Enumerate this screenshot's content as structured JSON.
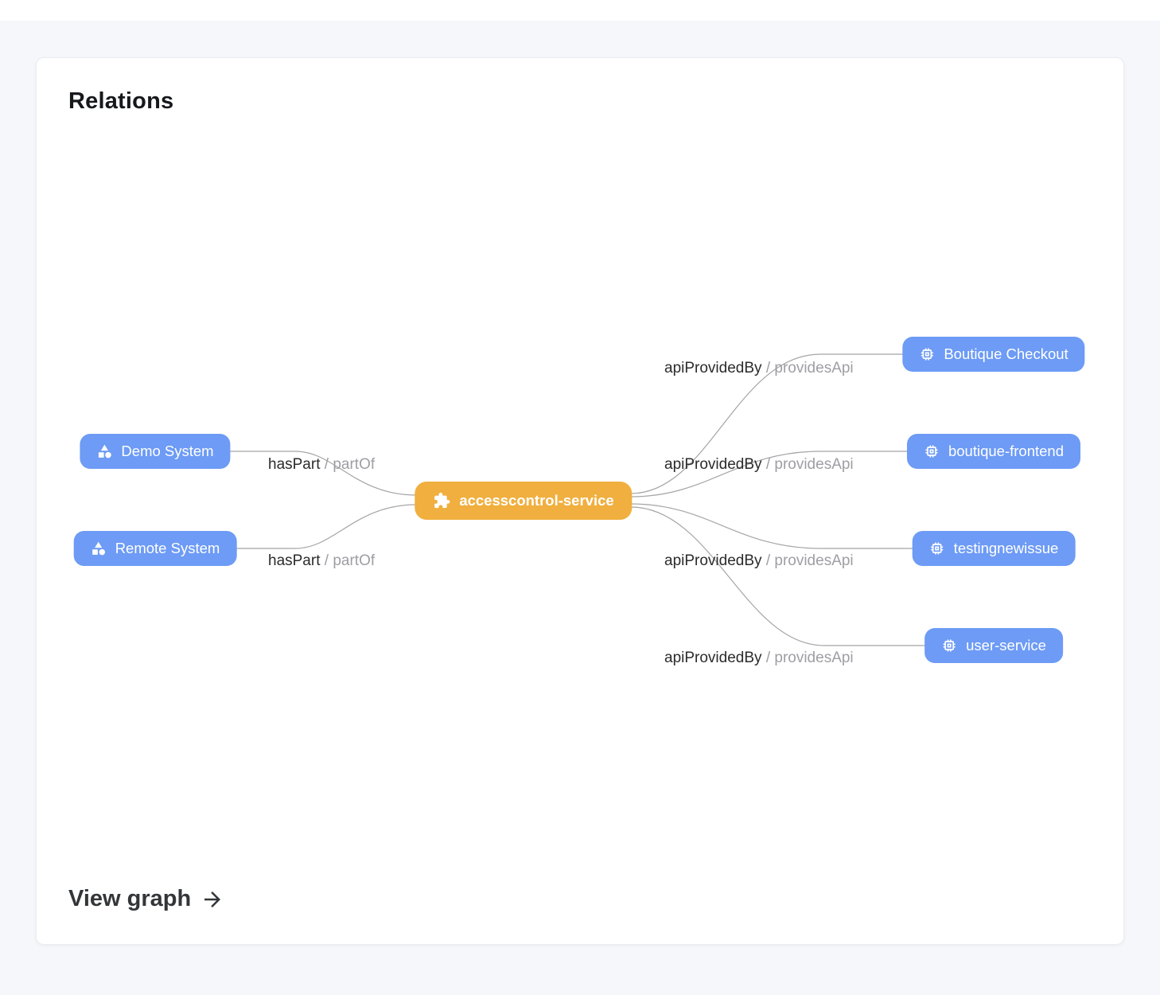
{
  "card": {
    "title": "Relations",
    "view_graph_label": "View graph"
  },
  "colors": {
    "node_blue": "#6D9BF5",
    "node_orange": "#F0AF3E",
    "edge": "#A5A5A5",
    "label_primary": "#2B2B2B",
    "label_secondary": "#9E9EA4"
  },
  "icons": {
    "center": "extension-icon",
    "system": "category-icon",
    "api": "memory-icon",
    "footer": "arrow-right-icon"
  },
  "graph": {
    "separator": "/",
    "center_node": {
      "label": "accesscontrol-service"
    },
    "left_nodes": [
      {
        "label": "Demo System"
      },
      {
        "label": "Remote System"
      }
    ],
    "right_nodes": [
      {
        "label": "Boutique Checkout"
      },
      {
        "label": "boutique-frontend"
      },
      {
        "label": "testingnewissue"
      },
      {
        "label": "user-service"
      }
    ],
    "left_edges": [
      {
        "primary": "hasPart",
        "secondary": "partOf"
      },
      {
        "primary": "hasPart",
        "secondary": "partOf"
      }
    ],
    "right_edges": [
      {
        "primary": "apiProvidedBy",
        "secondary": "providesApi"
      },
      {
        "primary": "apiProvidedBy",
        "secondary": "providesApi"
      },
      {
        "primary": "apiProvidedBy",
        "secondary": "providesApi"
      },
      {
        "primary": "apiProvidedBy",
        "secondary": "providesApi"
      }
    ]
  }
}
